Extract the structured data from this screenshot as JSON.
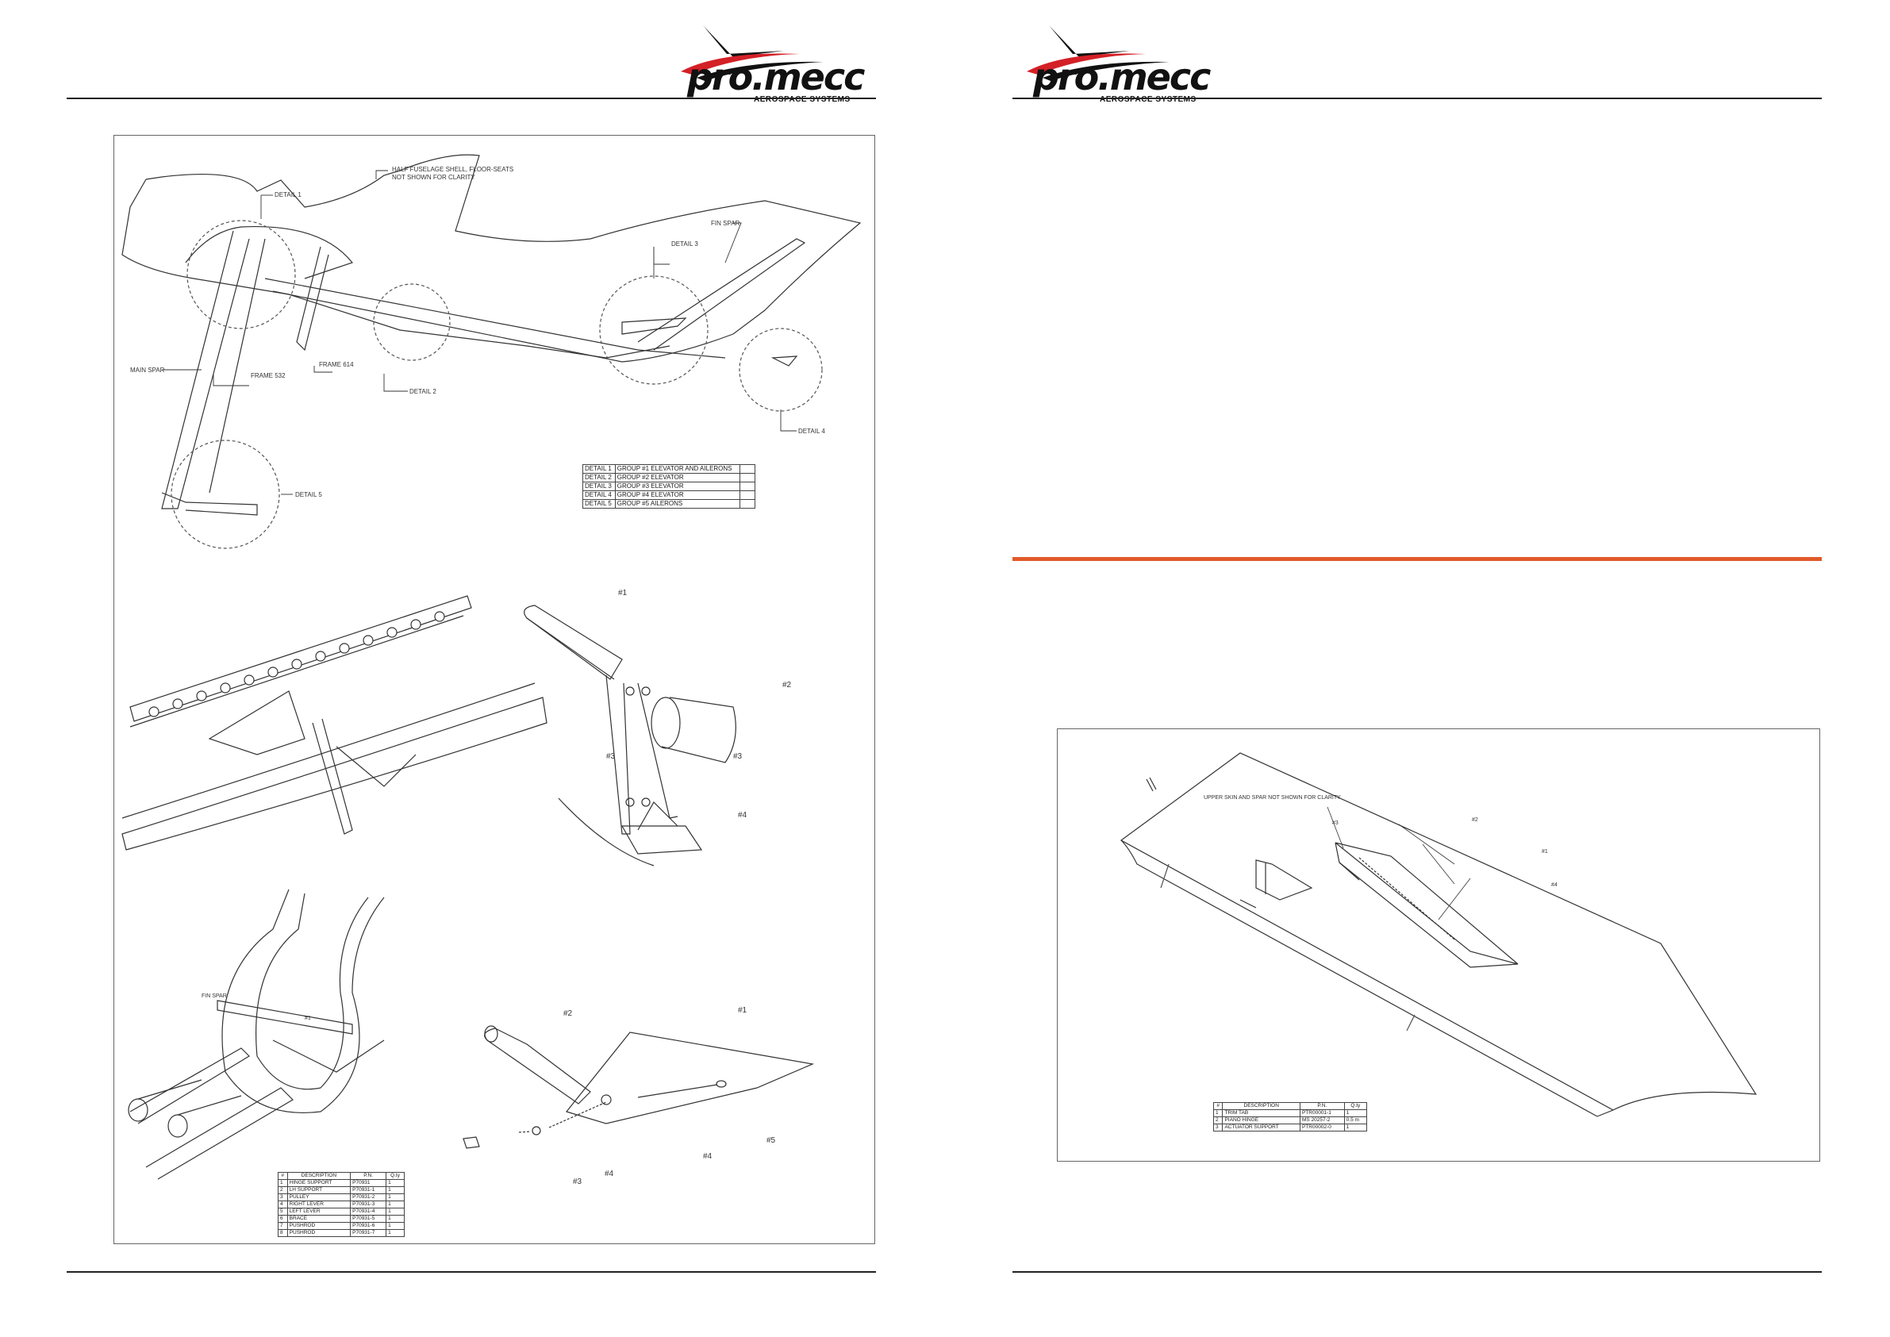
{
  "brand": {
    "wordmark": "pro.mecc",
    "tagline": "AEROSPACE SYSTEMS",
    "colors": {
      "accent_red": "#d42027",
      "dark": "#111111",
      "orange_rule": "#e15a2b"
    }
  },
  "left_page": {
    "overview_callouts": {
      "half_fuselage": "HALF FUSELAGE SHELL, FLOOR-SEATS",
      "half_fuselage_2": "NOT SHOWN FOR CLARITY",
      "detail1": "DETAIL 1",
      "detail2": "DETAIL 2",
      "detail3": "DETAIL 3",
      "detail4": "DETAIL 4",
      "detail5": "DETAIL 5",
      "fin_spar": "FIN SPAR",
      "main_spar": "MAIN SPAR",
      "frame532": "FRAME 532",
      "frame614": "FRAME 614"
    },
    "detail_table": [
      [
        "DETAIL 1",
        "GROUP #1 ELEVATOR AND AILERONS",
        ""
      ],
      [
        "DETAIL 2",
        "GROUP #2 ELEVATOR",
        ""
      ],
      [
        "DETAIL 3",
        "GROUP #3 ELEVATOR",
        ""
      ],
      [
        "DETAIL 4",
        "GROUP #4 ELEVATOR",
        ""
      ],
      [
        "DETAIL 5",
        "GROUP #5 AILERONS",
        ""
      ]
    ],
    "part_callouts": {
      "p1": "#1",
      "p2": "#2",
      "p3a": "#3",
      "p3b": "#3",
      "p4": "#4",
      "q1": "#1",
      "q2": "#2",
      "q3": "#3",
      "q4a": "#4",
      "q4b": "#4",
      "q5": "#5",
      "fin_spar": "FIN SPAR",
      "r1": "#1"
    },
    "lever_table_header": [
      "#",
      "DESCRIPTION",
      "P.N.",
      "Q.ty"
    ],
    "lever_table": [
      [
        "1",
        "HINGE SUPPORT",
        "P70931",
        "1"
      ],
      [
        "2",
        "LH SUPPORT",
        "P70931-1",
        "1"
      ],
      [
        "3",
        "PULLEY",
        "P70931-2",
        "1"
      ],
      [
        "4",
        "RIGHT LEVER",
        "P70931-3",
        "1"
      ],
      [
        "5",
        "LEFT LEVER",
        "P70931-4",
        "1"
      ],
      [
        "6",
        "BRACE",
        "P70931-5",
        "1"
      ],
      [
        "7",
        "PUSHROD",
        "P70931-6",
        "1"
      ],
      [
        "8",
        "PUSHROD",
        "P70931-7",
        "1"
      ]
    ]
  },
  "right_page": {
    "callout_note": "UPPER SKIN AND SPAR NOT SHOWN FOR CLARITY",
    "parts": {
      "p1": "#1",
      "p2": "#2",
      "p3": "#3",
      "p4": "#4"
    },
    "table_header": [
      "#",
      "DESCRIPTION",
      "P.N.",
      "Q.ty"
    ],
    "table": [
      [
        "1",
        "TRIM TAB",
        "PTR00001-1",
        "1"
      ],
      [
        "2",
        "PIANO HINGE",
        "MS 20257-2",
        "0.5 m"
      ],
      [
        "3",
        "ACTUATOR SUPPORT",
        "PTR00002-0",
        "1"
      ]
    ]
  }
}
